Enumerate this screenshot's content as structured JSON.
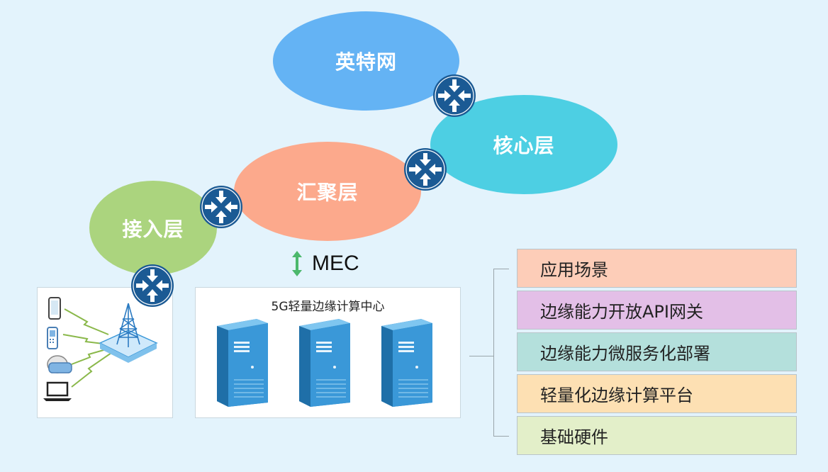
{
  "network": {
    "internet": "英特网",
    "core": "核心层",
    "aggregation": "汇聚层",
    "access": "接入层"
  },
  "mec": {
    "label": "MEC",
    "datacenter_title": "5G轻量边缘计算中心"
  },
  "stack": [
    {
      "label": "应用场景",
      "color": "#fdcdb8"
    },
    {
      "label": "边缘能力开放API网关",
      "color": "#e3bfe7"
    },
    {
      "label": "边缘能力微服务化部署",
      "color": "#b4e0dc"
    },
    {
      "label": "轻量化边缘计算平台",
      "color": "#fde0b3"
    },
    {
      "label": "基础硬件",
      "color": "#e3efc9"
    }
  ],
  "colors": {
    "background": "#e3f3fc",
    "router": "#1b5a94",
    "server": "#3a98d8",
    "arrow": "#4cb86c"
  }
}
